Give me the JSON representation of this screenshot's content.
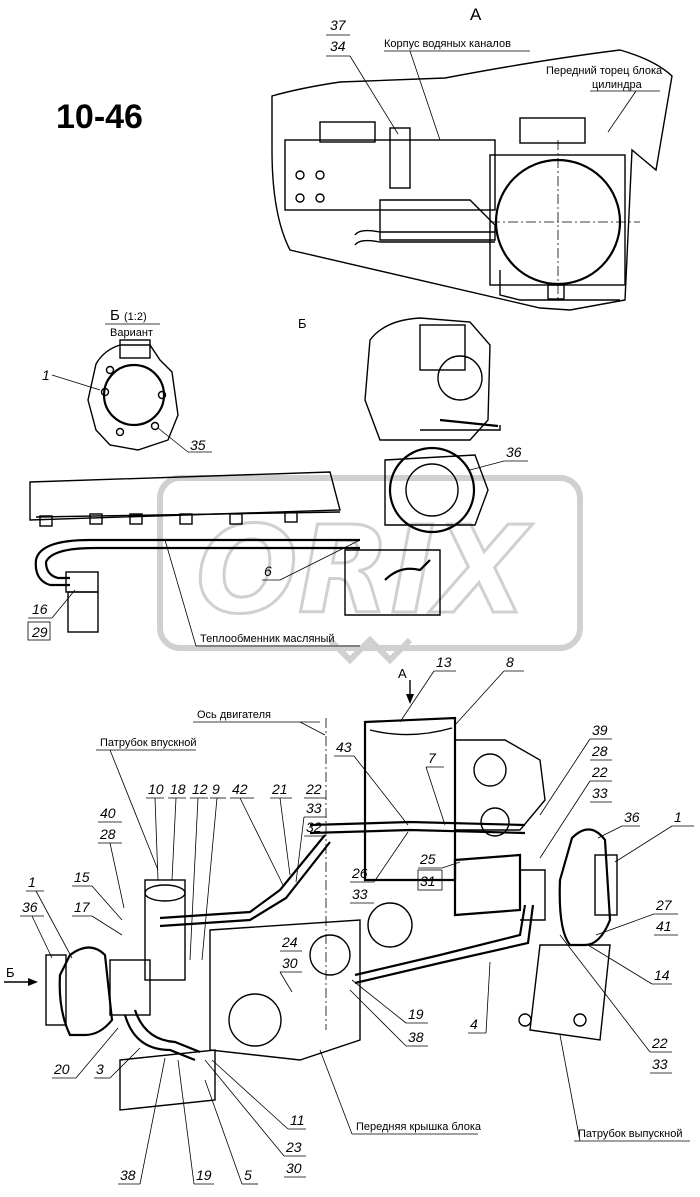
{
  "page_code": "10-46",
  "views": {
    "view_a": {
      "title": "А",
      "labels": {
        "water_channel_body": "Корпус водяных каналов",
        "front_face": "Передний торец блока",
        "cylinder": "цилиндра"
      },
      "callouts": [
        {
          "top": "37",
          "bottom": "34"
        }
      ]
    },
    "view_b_detail": {
      "title": "Б",
      "scale": "(1:2)",
      "variant": "Вариант",
      "callouts": [
        "1",
        "35"
      ]
    },
    "view_b": {
      "title": "Б",
      "labels": {
        "oil_heat_exchanger": "Теплообменник масляный"
      },
      "callouts": [
        "36",
        "6",
        {
          "top": "16",
          "bottom": "29"
        }
      ]
    },
    "main_view": {
      "arrow_a": "А",
      "arrow_b": "Б",
      "labels": {
        "engine_axis": "Ось двигателя",
        "intake_pipe": "Патрубок впускной",
        "front_cover": "Передняя крышка блока",
        "exhaust_pipe": "Патрубок выпускной"
      },
      "single_callouts": [
        "13",
        "8",
        "7",
        "10",
        "18",
        "12",
        "9",
        "42",
        "21",
        "43",
        "26",
        "15",
        "17",
        "1",
        "36",
        "1",
        "36",
        "14",
        "4",
        "3",
        "20",
        "11",
        "5",
        "19",
        "38",
        "38",
        "19"
      ],
      "fraction_callouts": [
        {
          "top": "40",
          "bottom": "28"
        },
        {
          "top": "22",
          "bottom": "33",
          "extra": "32"
        },
        {
          "top": "39",
          "bottom": "28"
        },
        {
          "top": "22",
          "bottom": "33"
        },
        {
          "top": "25",
          "bottom": "31"
        },
        {
          "top": "26",
          "bottom": "33"
        },
        {
          "top": "24",
          "bottom": "30"
        },
        {
          "top": "27",
          "bottom": "41"
        },
        {
          "top": "22",
          "bottom": "33"
        },
        {
          "top": "23",
          "bottom": "30"
        }
      ]
    }
  },
  "watermark": "ORIX"
}
